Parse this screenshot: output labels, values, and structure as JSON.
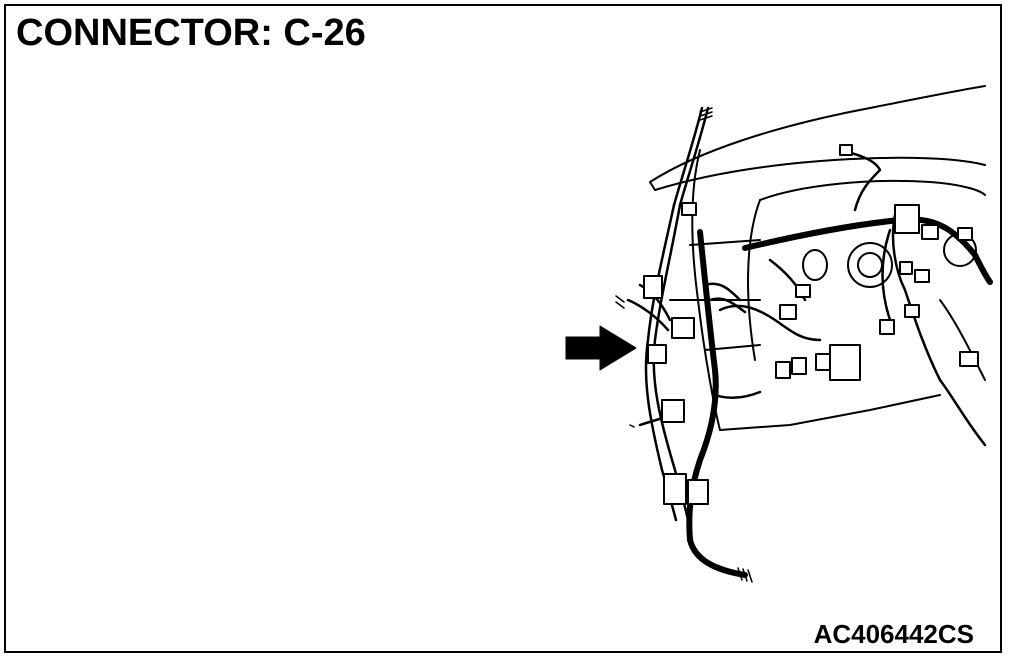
{
  "header": {
    "title": "CONNECTOR: C-26"
  },
  "footer": {
    "figure_id": "AC406442CS"
  },
  "diagram": {
    "subject": "instrument-panel-wiring-harness",
    "arrow_target": "connector-C-26",
    "line_color": "#000000",
    "background": "#ffffff"
  }
}
